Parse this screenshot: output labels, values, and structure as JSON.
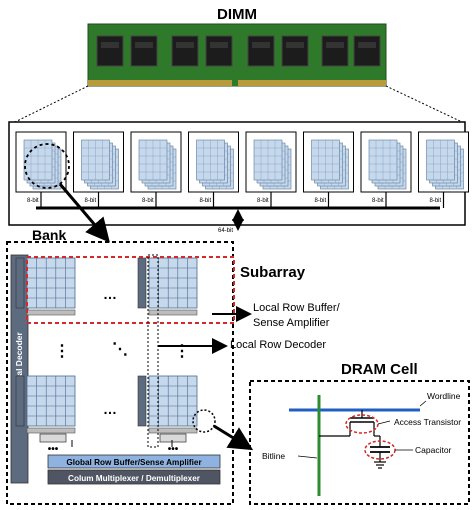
{
  "titles": {
    "dimm": "DIMM",
    "bank": "Bank",
    "subarray": "Subarray",
    "dram_cell": "DRAM Cell"
  },
  "bus": {
    "chip_width": "8-bit",
    "bus_width": "64-bit"
  },
  "bank": {
    "global_decoder": "Global Decoder",
    "global_row_buffer": "Global Row Buffer/Sense Amplifier",
    "column_mux": "Colum Multiplexer / Demultiplexer",
    "ellipsis": "…",
    "vertical_dots": "⋮",
    "diagonal_dots": "⋱"
  },
  "callouts": {
    "local_row_buffer_line1": "Local Row Buffer/",
    "local_row_buffer_line2": "Sense Amplifier",
    "local_row_decoder": "Local Row Decoder"
  },
  "cell": {
    "wordline": "Wordline",
    "bitline": "Bitline",
    "access_transistor": "Access Transistor",
    "capacitor": "Capacitor"
  },
  "colors": {
    "pcb_green": "#2f7a2a",
    "chip_black": "#1c1c1c",
    "grid_blue": "#c6d8ec",
    "decoder_gray": "#5d6b80",
    "row_buffer_blue": "#8fb3e0",
    "mux_gray": "#4f5563",
    "subarray_red": "#d62828",
    "wordline_blue": "#1f5fc4",
    "bitline_green": "#2e8b2e"
  }
}
